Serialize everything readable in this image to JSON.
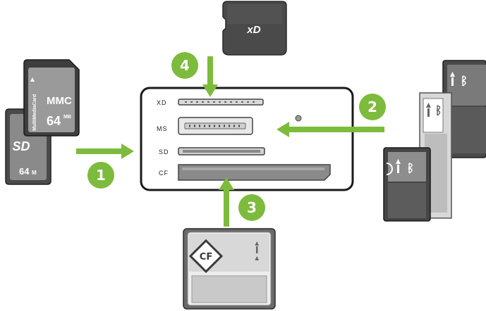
{
  "slots": {
    "xd": "XD",
    "ms": "MS",
    "sd": "SD",
    "cf": "CF"
  },
  "steps": {
    "one": "1",
    "two": "2",
    "three": "3",
    "four": "4"
  },
  "cards": {
    "mmc_brand": "MMC",
    "mmc_vertical": "MultiMediaCard",
    "mmc_capacity": "64",
    "mmc_unit": "MB",
    "sd_logo": "SD",
    "sd_capacity": "64",
    "sd_unit": "M",
    "xd_logo": "xD",
    "cf_logo": "CF"
  },
  "colors": {
    "arrow": "#7dbb3c",
    "step_badge": "#7dbb3c",
    "card_dark": "#4a4a4a",
    "slot_panel_border": "#1a1a1a"
  }
}
